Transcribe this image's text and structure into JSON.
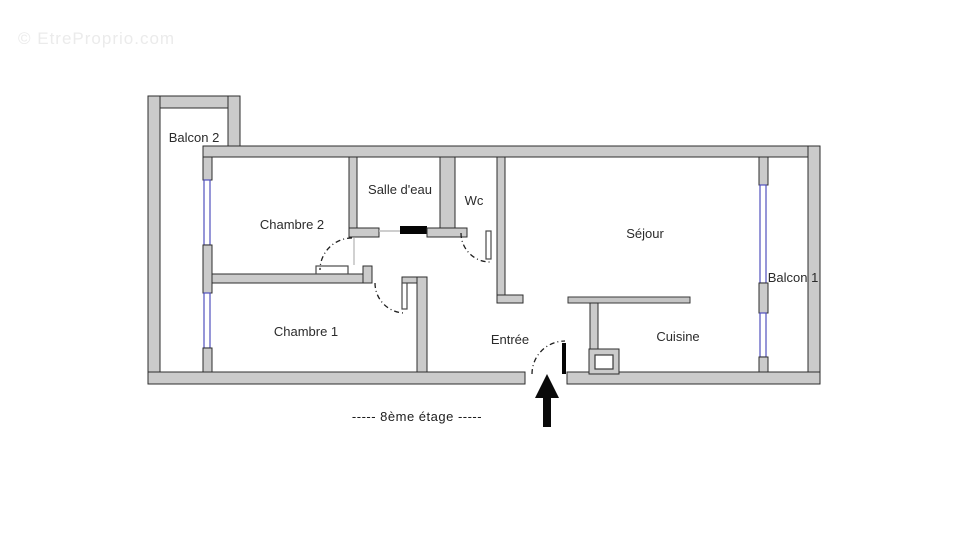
{
  "watermark": "© EtreProprio.com",
  "floor_plan": {
    "floor_label": "----- 8ème étage -----",
    "rooms": [
      {
        "id": "balcon-2",
        "label": "Balcon 2"
      },
      {
        "id": "chambre-2",
        "label": "Chambre 2"
      },
      {
        "id": "salle-deau",
        "label": "Salle d'eau"
      },
      {
        "id": "wc",
        "label": "Wc"
      },
      {
        "id": "sejour",
        "label": "Séjour"
      },
      {
        "id": "balcon-1",
        "label": "Balcon 1"
      },
      {
        "id": "chambre-1",
        "label": "Chambre 1"
      },
      {
        "id": "entree",
        "label": "Entrée"
      },
      {
        "id": "cuisine",
        "label": "Cuisine"
      }
    ],
    "colors": {
      "wall_fill": "#cbcbcb",
      "wall_edge": "#2e2e2e",
      "window_blue": "#5151bd",
      "door_black": "#050505",
      "label_text": "#2b2b2b",
      "watermark_gray": "#ebebeb",
      "background": "#ffffff"
    }
  }
}
